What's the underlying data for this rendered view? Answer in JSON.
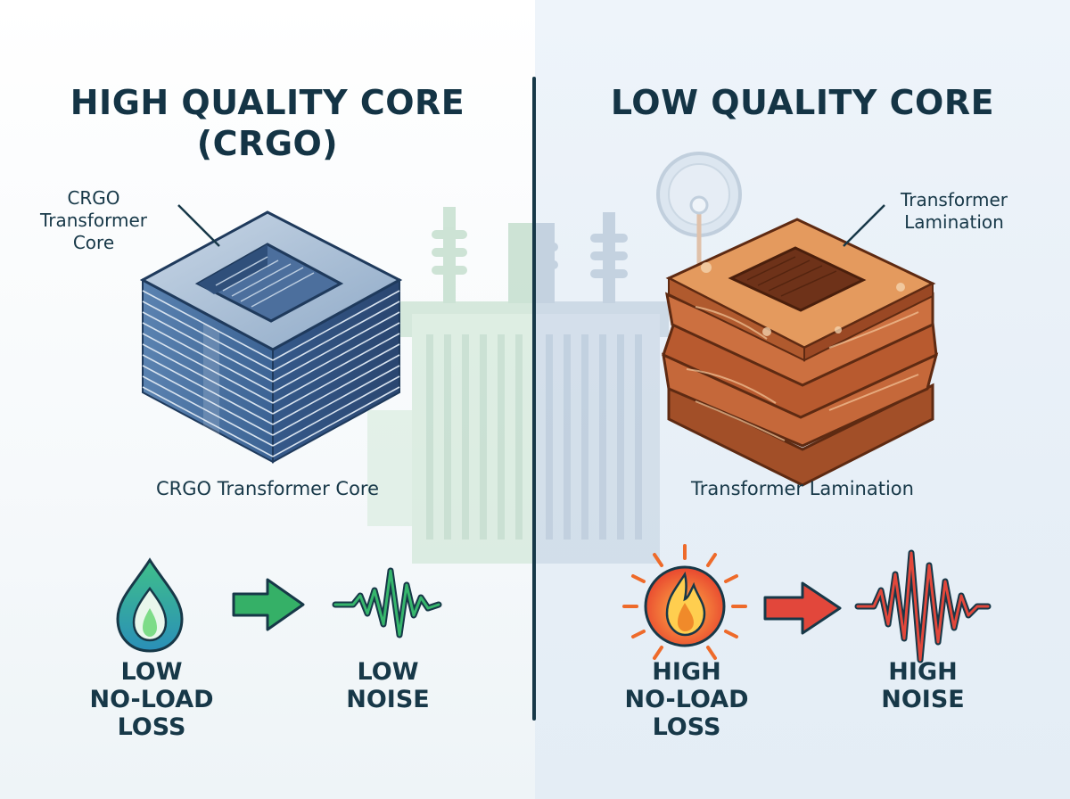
{
  "left_panel": {
    "title_line1": "HIGH QUALITY CORE",
    "title_line2": "(CRGO)",
    "callout_lines": [
      "CRGO",
      "Transformer",
      "Core"
    ],
    "caption": "CRGO Transformer Core",
    "metrics": [
      {
        "lines": [
          "LOW",
          "NO-LOAD",
          "LOSS"
        ],
        "icon": "green-flame-droplet-icon"
      },
      {
        "lines": [
          "LOW",
          "NOISE"
        ],
        "icon": "low-amplitude-wave-icon"
      }
    ],
    "arrow_icon": "green-arrow-icon"
  },
  "right_panel": {
    "title": "LOW QUALITY CORE",
    "callout_lines": [
      "Transformer",
      "Lamination"
    ],
    "caption": "Transformer Lamination",
    "metrics": [
      {
        "lines": [
          "HIGH",
          "NO-LOAD",
          "LOSS"
        ],
        "icon": "red-burning-flame-icon"
      },
      {
        "lines": [
          "HIGH",
          "NOISE"
        ],
        "icon": "high-amplitude-wave-icon"
      }
    ],
    "arrow_icon": "red-arrow-icon"
  },
  "colors": {
    "text_dark": "#173848",
    "core_blue": "#3f6a9a",
    "core_blue_dark": "#2c4f79",
    "lamination_orange": "#d9763e",
    "lamination_dark": "#9b4a24",
    "good_green": "#2fa863",
    "bad_red": "#e0473a",
    "divider": "#173848"
  }
}
